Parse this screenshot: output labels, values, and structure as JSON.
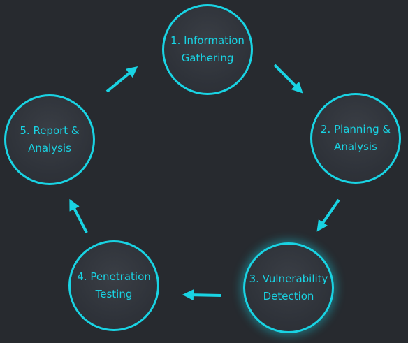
{
  "stages": [
    {
      "id": "n1",
      "label": "1. Information\nGathering"
    },
    {
      "id": "n2",
      "label": "2. Planning &\nAnalysis"
    },
    {
      "id": "n3",
      "label": "3. Vulnerability\nDetection",
      "active": true
    },
    {
      "id": "n4",
      "label": "4. Penetration\nTesting"
    },
    {
      "id": "n5",
      "label": "5. Report &\nAnalysis"
    }
  ],
  "colors": {
    "accent": "#19d3e3",
    "background": "#272a2f",
    "node_fill": "#33373e"
  },
  "edges": [
    {
      "from": "1. Information Gathering",
      "to": "2. Planning & Analysis"
    },
    {
      "from": "2. Planning & Analysis",
      "to": "3. Vulnerability Detection"
    },
    {
      "from": "3. Vulnerability Detection",
      "to": "4. Penetration Testing"
    },
    {
      "from": "4. Penetration Testing",
      "to": "5. Report & Analysis"
    },
    {
      "from": "5. Report & Analysis",
      "to": "1. Information Gathering"
    }
  ]
}
